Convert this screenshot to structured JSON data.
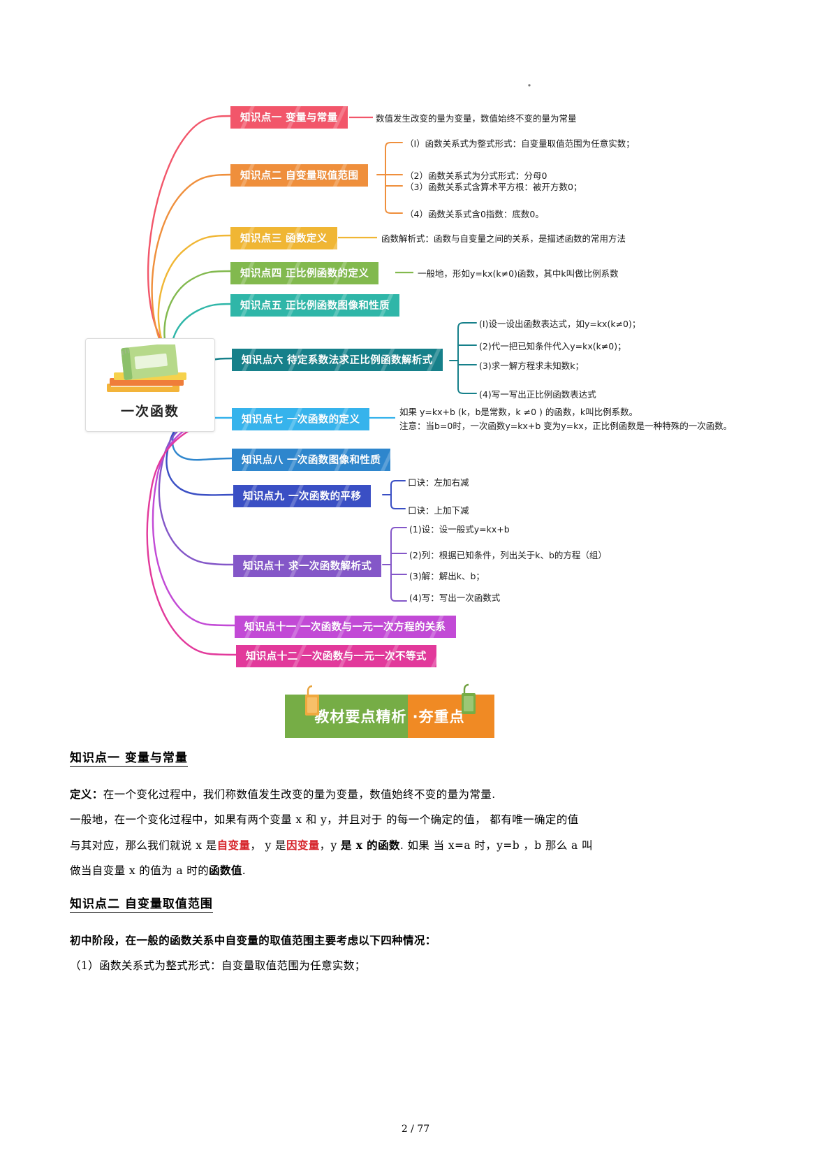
{
  "mindmap": {
    "center": {
      "label": "一次函数",
      "icon": "books-icon"
    },
    "topics": [
      {
        "id": "t1",
        "label": "知识点一 变量与常量",
        "color": "#f2566a"
      },
      {
        "id": "t2",
        "label": "知识点二 自变量取值范围",
        "color": "#ef8f3c"
      },
      {
        "id": "t3",
        "label": "知识点三 函数定义",
        "color": "#f0b634"
      },
      {
        "id": "t4",
        "label": "知识点四 正比例函数的定义",
        "color": "#82b94e"
      },
      {
        "id": "t5",
        "label": "知识点五 正比例函数图像和性质",
        "color": "#2fb6a8"
      },
      {
        "id": "t6",
        "label": "知识点六 待定系数法求正比例函数解析式",
        "color": "#16808a"
      },
      {
        "id": "t7",
        "label": "知识点七 一次函数的定义",
        "color": "#36b3ec"
      },
      {
        "id": "t8",
        "label": "知识点八 一次函数图像和性质",
        "color": "#2e86cd"
      },
      {
        "id": "t9",
        "label": "知识点九 一次函数的平移",
        "color": "#3a4fc4"
      },
      {
        "id": "t10",
        "label": "知识点十 求一次函数解析式",
        "color": "#8457c8"
      },
      {
        "id": "t11",
        "label": "知识点十一 一次函数与一元一次方程的关系",
        "color": "#c24ad6"
      },
      {
        "id": "t12",
        "label": "知识点十二 一次函数与一元一次不等式",
        "color": "#e2399b"
      }
    ],
    "details": {
      "d1": "数值发生改变的量为变量，数值始终不变的量为常量",
      "d2a": "（I）函数关系式为整式形式：自变量取值范围为任意实数；",
      "d2b": "（2）函数关系式为分式形式：分母0",
      "d2c": "（3）函数关系式含算术平方根：被开方数0；",
      "d2d": "（4）函数关系式含0指数：底数0。",
      "d3": "函数解析式：函数与自变量之间的关系，是描述函数的常用方法",
      "d4": "一般地，形如y=kx(k≠0)函数，其中k叫做比例系数",
      "d6a": "(I)设一设出函数表达式，如y=kx(k≠0)；",
      "d6b": "(2)代一把已知条件代入y=kx(k≠0)；",
      "d6c": "(3)求一解方程求未知数k；",
      "d6d": "(4)写一写出正比例函数表达式",
      "d7a": "如果 y=kx+b (k，b是常数，k ≠0 ) 的函数，k叫比例系数。",
      "d7b": "注意：当b=0时，一次函数y=kx+b 变为y=kx，正比例函数是一种特殊的一次函数。",
      "d9a": "口诀：左加右减",
      "d9b": "口诀：上加下减",
      "d10a": "(1)设：设一般式y=kx+b",
      "d10b": "(2)列：根据已知条件，列出关于k、b的方程（组）",
      "d10c": "(3)解：解出k、b；",
      "d10d": "(4)写：写出一次函数式"
    }
  },
  "banner": {
    "text_green": "教材要点精析",
    "text_orange": "·夯重点",
    "full": "教材要点精析 ·夯重点"
  },
  "content": {
    "heading1": "知识点一  变量与常量",
    "p1_lead": "定义：",
    "p1_rest": "在一个变化过程中，我们称数值发生改变的量为变量，数值始终不变的量为常量.",
    "p2": "一般地，在一个变化过程中，如果有两个变量 x 和  y，并且对于  的每一个确定的值，  都有唯一确定的值",
    "p3_a": "与其对应，那么我们就说 x  是",
    "p3_b": "自变量",
    "p3_c": "，   y 是",
    "p3_d": "因变量",
    "p3_e": "，y  ",
    "p3_f": "是 x  的函数",
    "p3_g": ". 如果  当  x=a 时，y=b  ，b 那么  a 叫",
    "p4_a": "做当自变量  x 的值为 a  时的",
    "p4_b": "函数值",
    "p4_c": ".",
    "heading2": "知识点二  自变量取值范围",
    "p5": "初中阶段，在一般的函数关系中自变量的取值范围主要考虑以下四种情况：",
    "p6": "（1）函数关系式为整式形式：自变量取值范围为任意实数；",
    "page_number": "2 / 77"
  }
}
